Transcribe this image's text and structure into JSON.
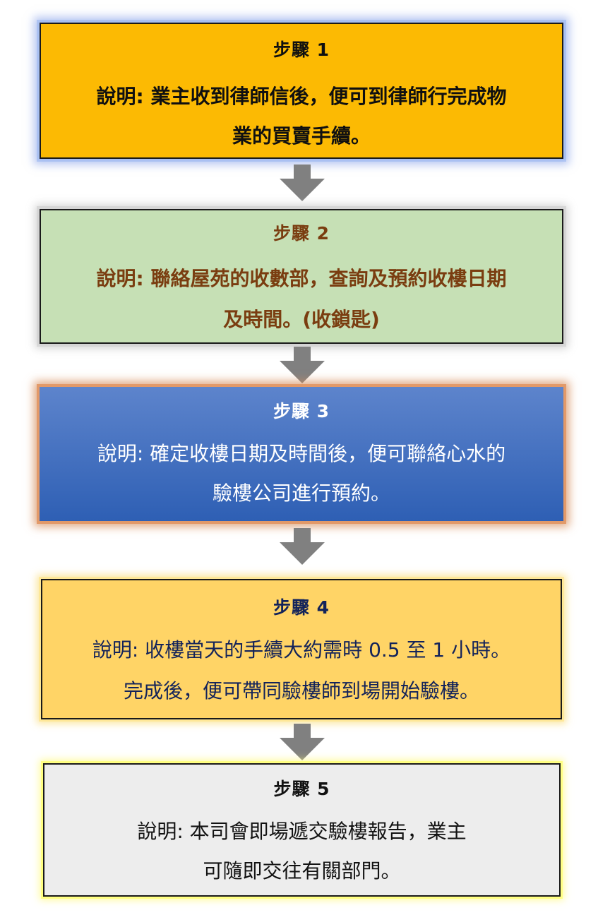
{
  "steps": [
    {
      "title": "步驟  1",
      "lines": [
        "說明:  業主收到律師信後，便可到律師行完成物",
        "業的買賣手續。"
      ],
      "colors": {
        "fill": "#fcba03",
        "text": "#101010",
        "glow": "#7896e6"
      }
    },
    {
      "title": "步驟  2",
      "lines": [
        "說明:  聯絡屋苑的收數部，查詢及預約收樓日期",
        "及時間。(收鎖匙)"
      ],
      "colors": {
        "fill": "#c6e0b5",
        "text": "#7a3d10",
        "glow": "#bebebe"
      }
    },
    {
      "title": "步驟  3",
      "lines": [
        "說明:  確定收樓日期及時間後，便可聯絡心水的",
        "驗樓公司進行預約。"
      ],
      "colors": {
        "fill": "#4472c4",
        "text": "#ffffff",
        "glow": "#d78c5a"
      }
    },
    {
      "title": "步驟  4",
      "lines": [
        "說明:  收樓當天的手續大約需時 0.5 至 1 小時。",
        "完成後，便可帶同驗樓師到場開始驗樓。"
      ],
      "colors": {
        "fill": "#ffd466",
        "text": "#13235a",
        "glow": "#fadc78"
      }
    },
    {
      "title": "步驟  5",
      "lines": [
        "說明:  本司會即場遞交驗樓報告，業主",
        "可隨即交往有關部門。"
      ],
      "colors": {
        "fill": "#ededed",
        "text": "#121212",
        "glow": "#fffa78"
      }
    }
  ],
  "connector_color": "#808080"
}
